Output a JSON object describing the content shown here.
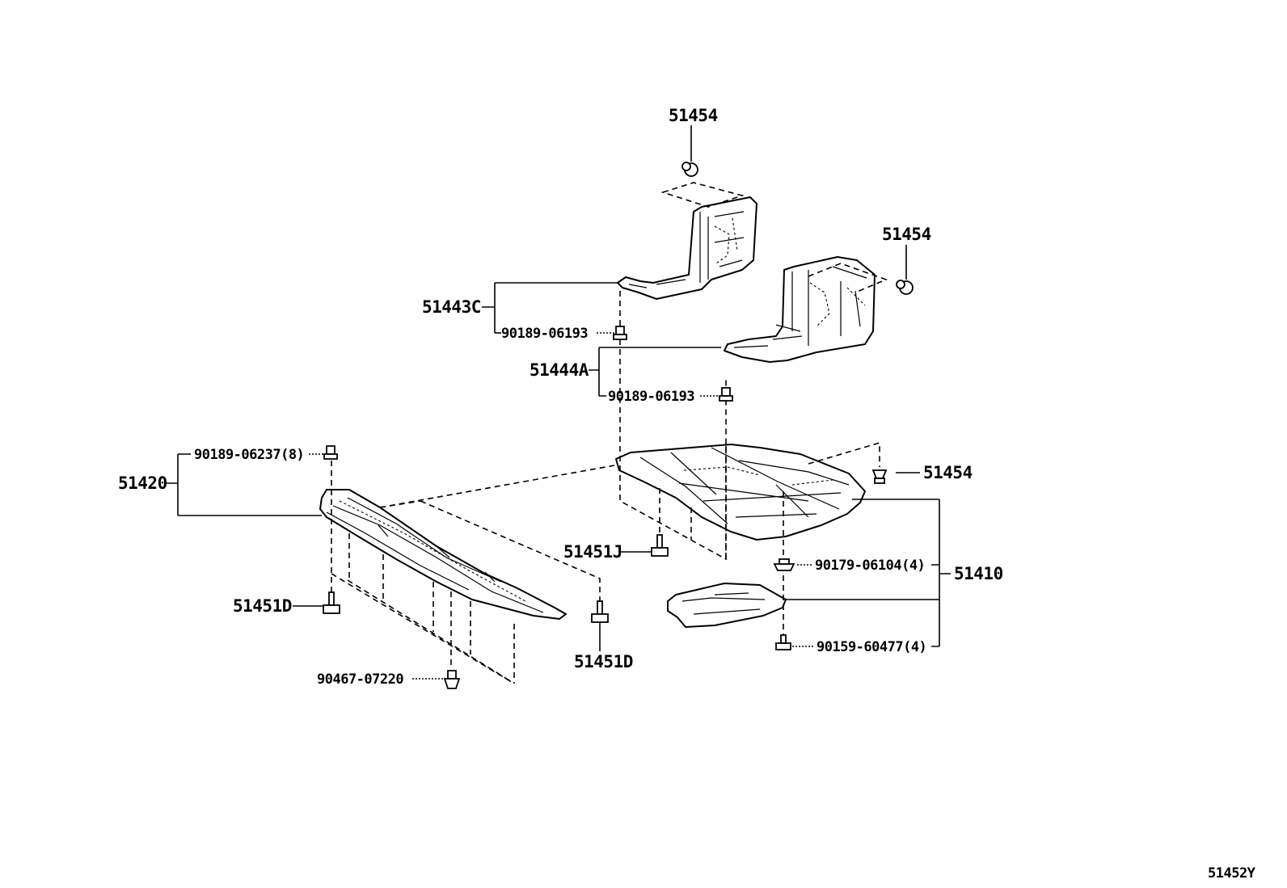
{
  "diagram": {
    "labels": {
      "c51454_top": "51454",
      "c51454_right_top": "51454",
      "c51454_right_mid": "51454",
      "c51443c": "51443C",
      "c90189_06193_a": "90189-06193",
      "c51444a": "51444A",
      "c90189_06193_b": "90189-06193",
      "c90189_06237": "90189-06237(8)",
      "c51420": "51420",
      "c51451j": "51451J",
      "c90179_06104": "90179-06104(4)",
      "c51410": "51410",
      "c51451d_left": "51451D",
      "c51451d_right": "51451D",
      "c90159_60477": "90159-60477(4)",
      "c90467_07220": "90467-07220",
      "c51452y": "51452Y"
    }
  }
}
